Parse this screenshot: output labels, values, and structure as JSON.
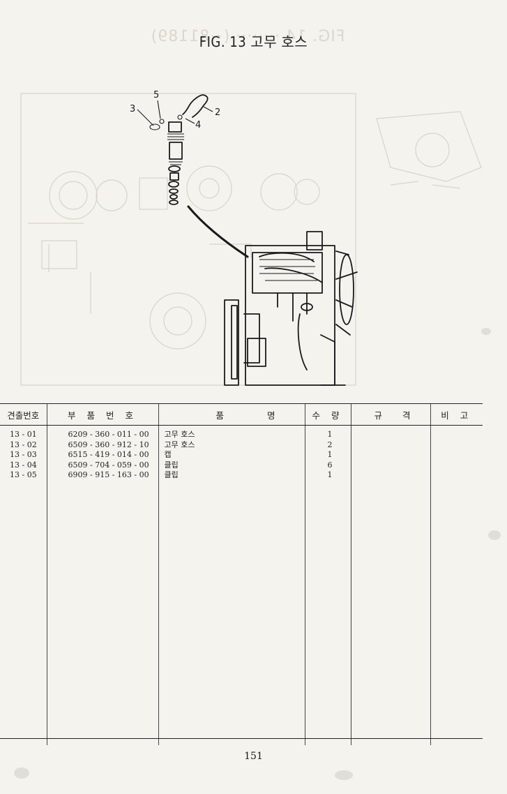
{
  "header": {
    "figure_title": "FIG. 13 고무 호스"
  },
  "callouts": [
    "5",
    "3",
    "2",
    "4"
  ],
  "table": {
    "columns": [
      "견출번호",
      "부 품 번 호",
      "품",
      "명",
      "수 량",
      "규",
      "격",
      "비 고"
    ],
    "rows": [
      {
        "index": "13 - 01",
        "part_no": "6209 - 360 - 011 - 00",
        "name": "고무 호스",
        "qty": "1"
      },
      {
        "index": "13 - 02",
        "part_no": "6509 - 360 - 912 - 10",
        "name": "고무 호스",
        "qty": "2"
      },
      {
        "index": "13 - 03",
        "part_no": "6515 - 419 - 014 - 00",
        "name": "캡",
        "qty": "1"
      },
      {
        "index": "13 - 04",
        "part_no": "6509 - 704 - 059 - 00",
        "name": "클립",
        "qty": "6"
      },
      {
        "index": "13 - 05",
        "part_no": "6909 - 915 - 163 - 00",
        "name": "클립",
        "qty": "1"
      }
    ]
  },
  "footer": {
    "page_number": "151"
  }
}
